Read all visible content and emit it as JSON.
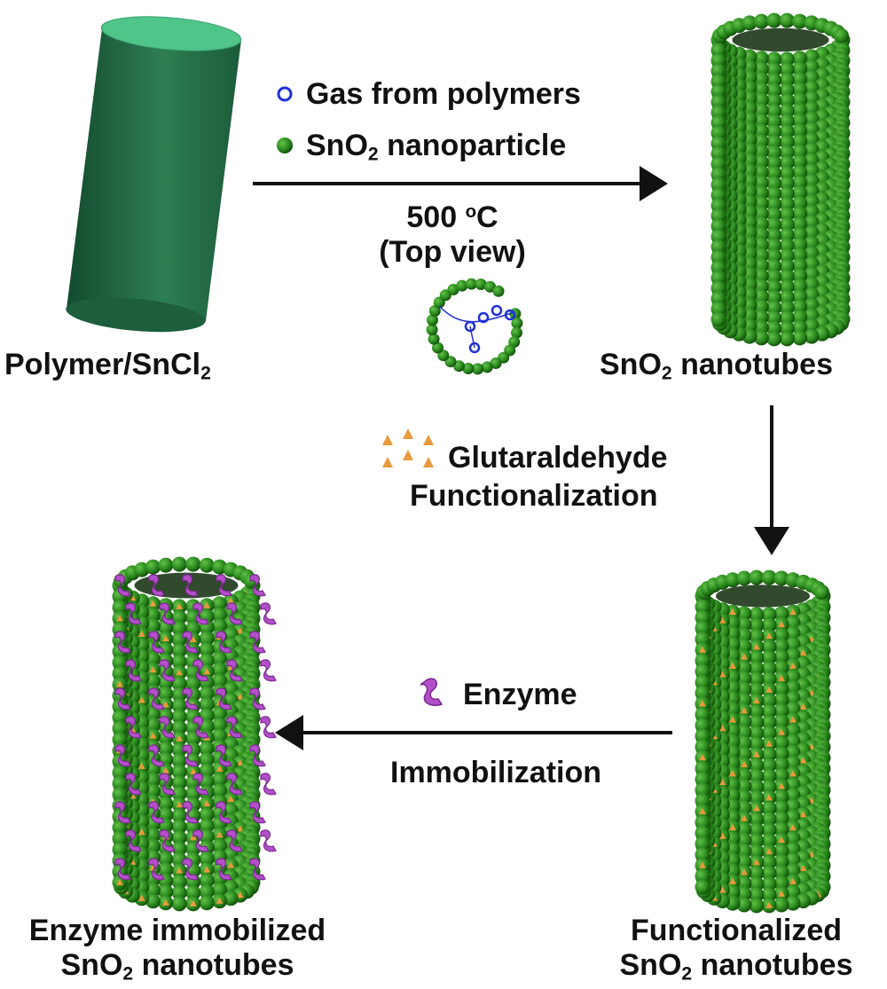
{
  "labels": {
    "polymer": {
      "pre": "Polymer/SnCl",
      "sub": "2"
    },
    "sno2_nanotubes": {
      "pre": "SnO",
      "sub": "2",
      "post": " nanotubes"
    },
    "functionalized": {
      "line1": "Functionalized",
      "pre": "SnO",
      "sub": "2",
      "post": " nanotubes"
    },
    "enzyme_immobilized": {
      "line1": "Enzyme immobilized",
      "pre": "SnO",
      "sub": "2",
      "post": " nanotubes"
    }
  },
  "legend": {
    "gas": "Gas from polymers",
    "sno2": {
      "pre": "SnO",
      "sub": "2",
      "post": " nanoparticle"
    }
  },
  "step1": {
    "temp_value": "500 ",
    "temp_sup": "o",
    "temp_unit": "C",
    "view": "(Top view)"
  },
  "step2": {
    "line1": "Glutaraldehyde",
    "line2": "Functionalization"
  },
  "step3": {
    "enzyme": "Enzyme",
    "process": "Immobilization"
  },
  "colors": {
    "cylinder_body": "#2e7d53",
    "cylinder_top": "#4fc58a",
    "particle": "#2b8a1e",
    "particle_dark": "#135a0a",
    "gas": "#1f2fd6",
    "glutaraldehyde": "#e89a3c",
    "enzyme": "#b24fc9",
    "arrow": "#111111"
  }
}
